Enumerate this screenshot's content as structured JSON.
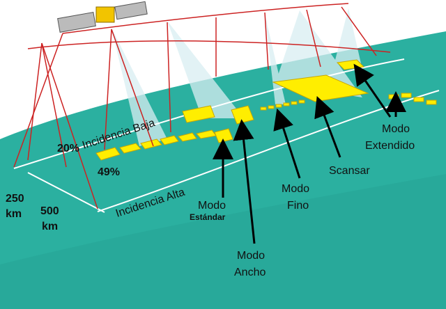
{
  "labels": {
    "incidencia_baja": "Incidencia Baja",
    "incidencia_alta": "Incidencia Alta",
    "pct_20": "20%",
    "pct_49": "49%",
    "dist_250": "250",
    "dist_250_unit": "km",
    "dist_500": "500",
    "dist_500_unit": "km",
    "modo_estandar_1": "Modo",
    "modo_estandar_2": "Estándar",
    "modo_ancho_1": "Modo",
    "modo_ancho_2": "Ancho",
    "modo_fino_1": "Modo",
    "modo_fino_2": "Fino",
    "scansar": "Scansar",
    "modo_extendido_1": "Modo",
    "modo_extendido_2": "Extendido"
  },
  "colors": {
    "earth": "#2bb0a0",
    "earth_dark": "#1e8d80",
    "swath": "#ffee00",
    "swath_edge": "#c9a800",
    "orbit": "#cc2222",
    "beam": "#cfe6ee",
    "arrow": "#000000",
    "track": "#ffffff"
  }
}
